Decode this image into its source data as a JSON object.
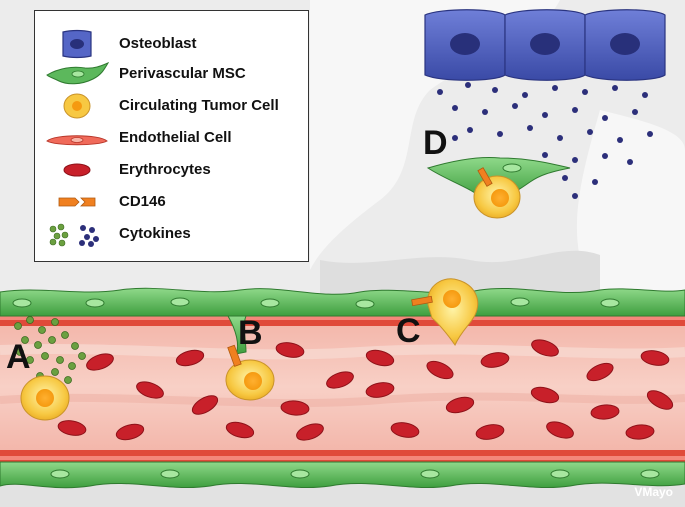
{
  "legend": {
    "items": [
      {
        "label": "Osteoblast",
        "icon": "osteoblast-icon"
      },
      {
        "label": "Perivascular MSC",
        "icon": "perivascular-msc-icon"
      },
      {
        "label": "Circulating Tumor Cell",
        "icon": "circulating-tumor-cell-icon"
      },
      {
        "label": "Endothelial Cell",
        "icon": "endothelial-cell-icon"
      },
      {
        "label": "Erythrocytes",
        "icon": "erythrocyte-icon"
      },
      {
        "label": "CD146",
        "icon": "cd146-icon"
      },
      {
        "label": "Cytokines",
        "icon": "cytokines-icon"
      }
    ]
  },
  "regions": {
    "a": "A",
    "b": "B",
    "c": "C",
    "d": "D"
  },
  "credit": "VMayo",
  "colors": {
    "osteoblast": "#4a5bb8",
    "msc": "#5cb85c",
    "tumor": "#f7c842",
    "endothelial": "#e05040",
    "erythrocyte": "#c8202a",
    "cd146": "#f08020",
    "cytokine_green": "#6ba040",
    "cytokine_blue": "#2c2f7a",
    "vessel_lumen": "#f6c6bc",
    "bone_background": "#e4e4e4"
  }
}
